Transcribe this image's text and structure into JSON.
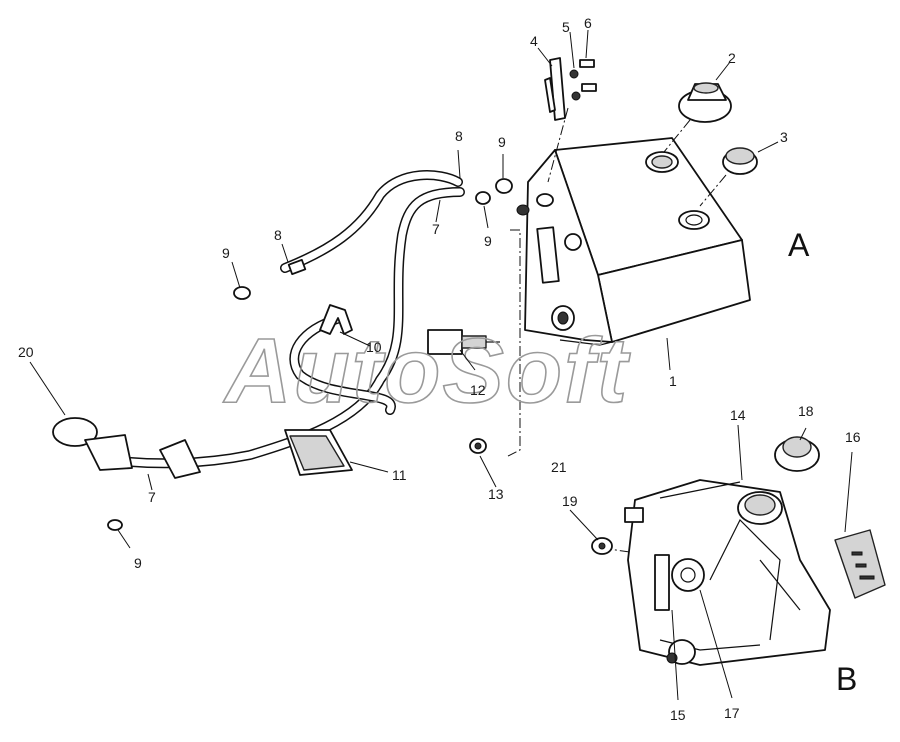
{
  "watermark": "AutoSoft",
  "views": {
    "a": "A",
    "b": "B"
  },
  "callouts": {
    "c1": "1",
    "c2": "2",
    "c3": "3",
    "c4": "4",
    "c5": "5",
    "c6": "6",
    "c7a": "7",
    "c7b": "7",
    "c8a": "8",
    "c8b": "8",
    "c9a": "9",
    "c9b": "9",
    "c9c": "9",
    "c9d": "9",
    "c10": "10",
    "c11": "11",
    "c12": "12",
    "c13": "13",
    "c14": "14",
    "c15": "15",
    "c16": "16",
    "c17": "17",
    "c18": "18",
    "c19": "19",
    "c20": "20",
    "c21": "21"
  }
}
